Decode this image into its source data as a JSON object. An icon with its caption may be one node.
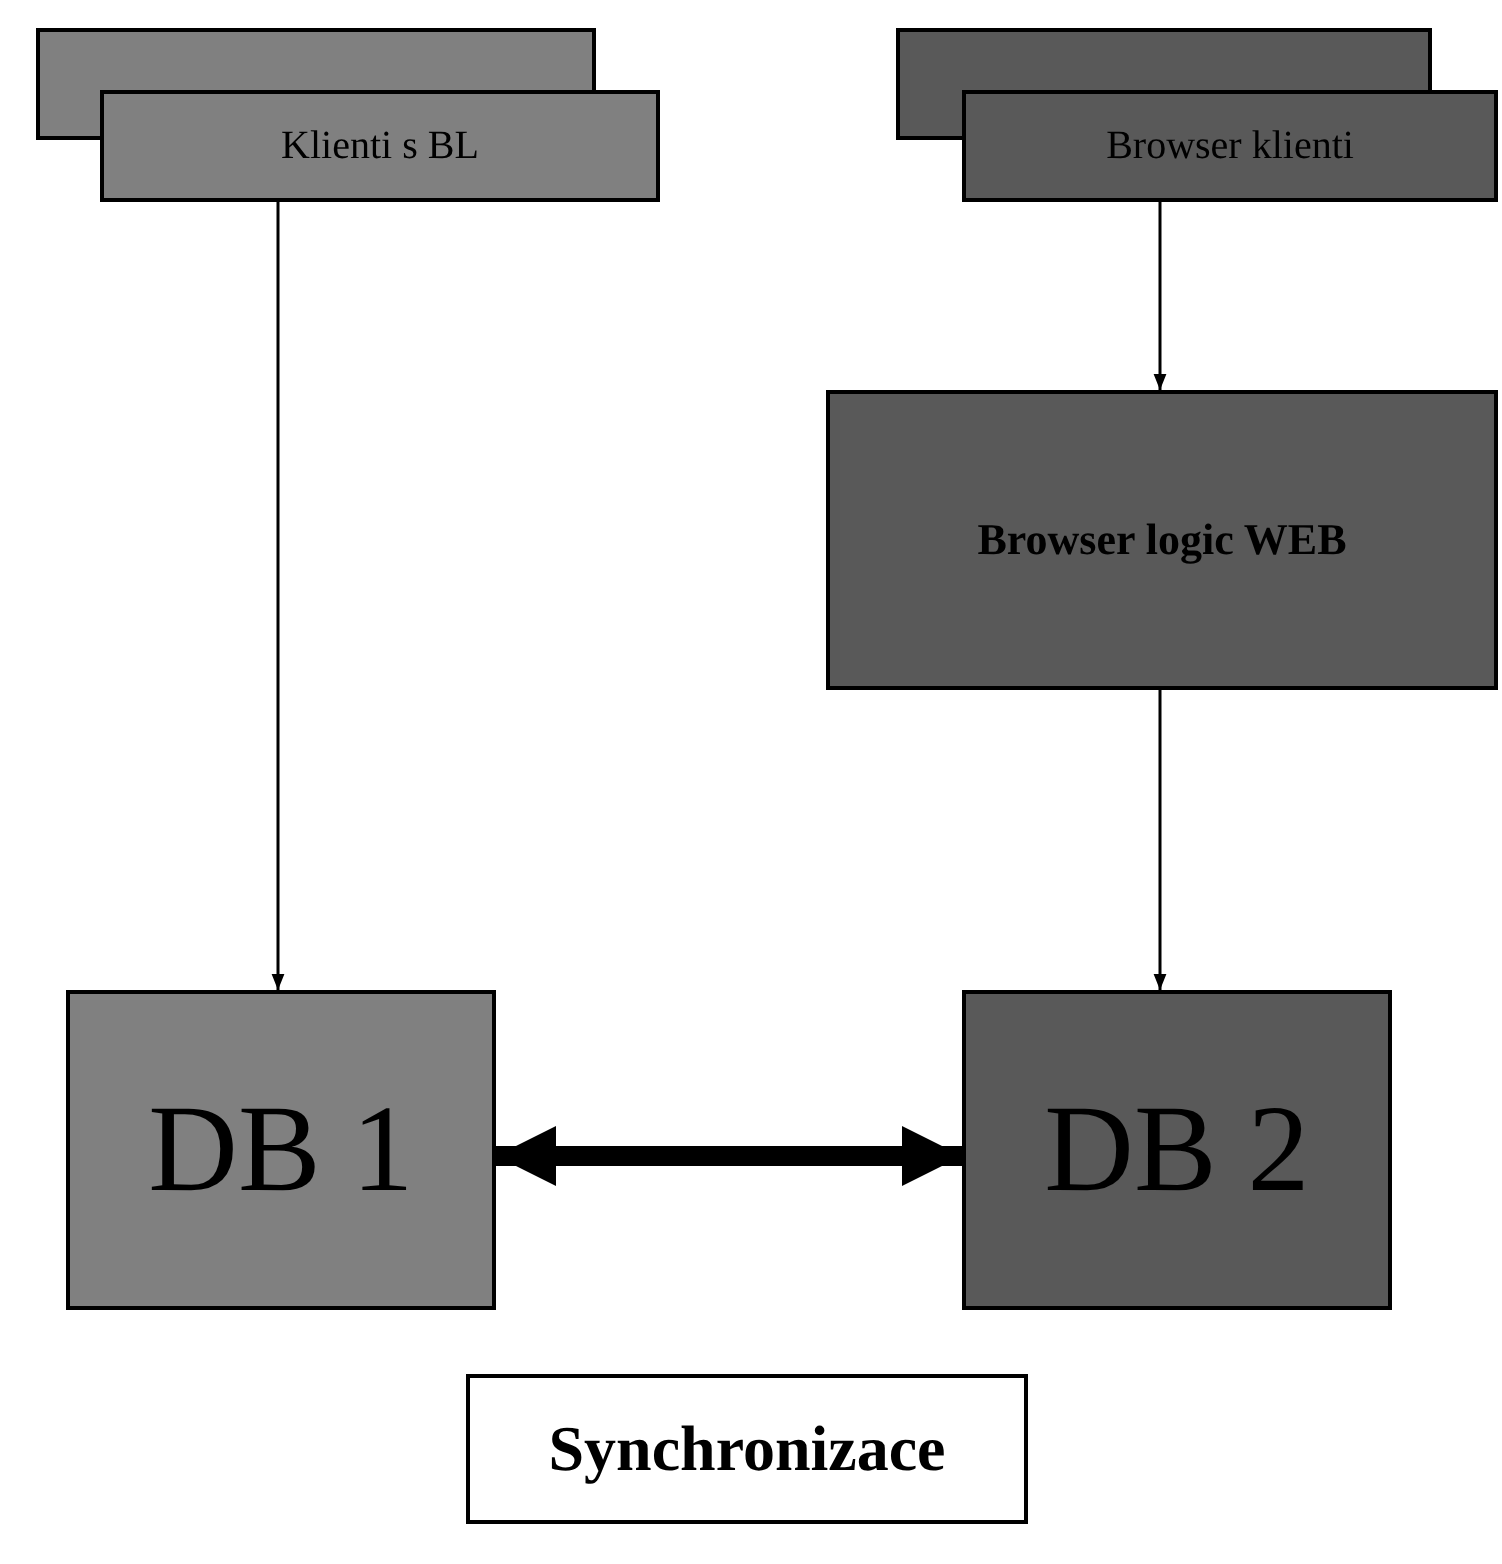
{
  "diagram": {
    "nodes": [
      {
        "text": [
          "Klienti s BL"
        ]
      },
      {
        "text": [
          "Browser klienti"
        ]
      },
      {
        "text": [
          "Browser logic WEB"
        ]
      },
      {
        "text": [
          "DB 1"
        ]
      },
      {
        "text": [
          "DB 2"
        ]
      },
      {
        "text": [
          "Synchronizace"
        ]
      }
    ],
    "edges": [
      {
        "from": 0,
        "to": 3,
        "arrow": "to"
      },
      {
        "from": 1,
        "to": 2,
        "arrow": "to"
      },
      {
        "from": 2,
        "to": 4,
        "arrow": "to"
      },
      {
        "from": 3,
        "to": 4,
        "arrow": "both",
        "style": "thick"
      }
    ]
  }
}
